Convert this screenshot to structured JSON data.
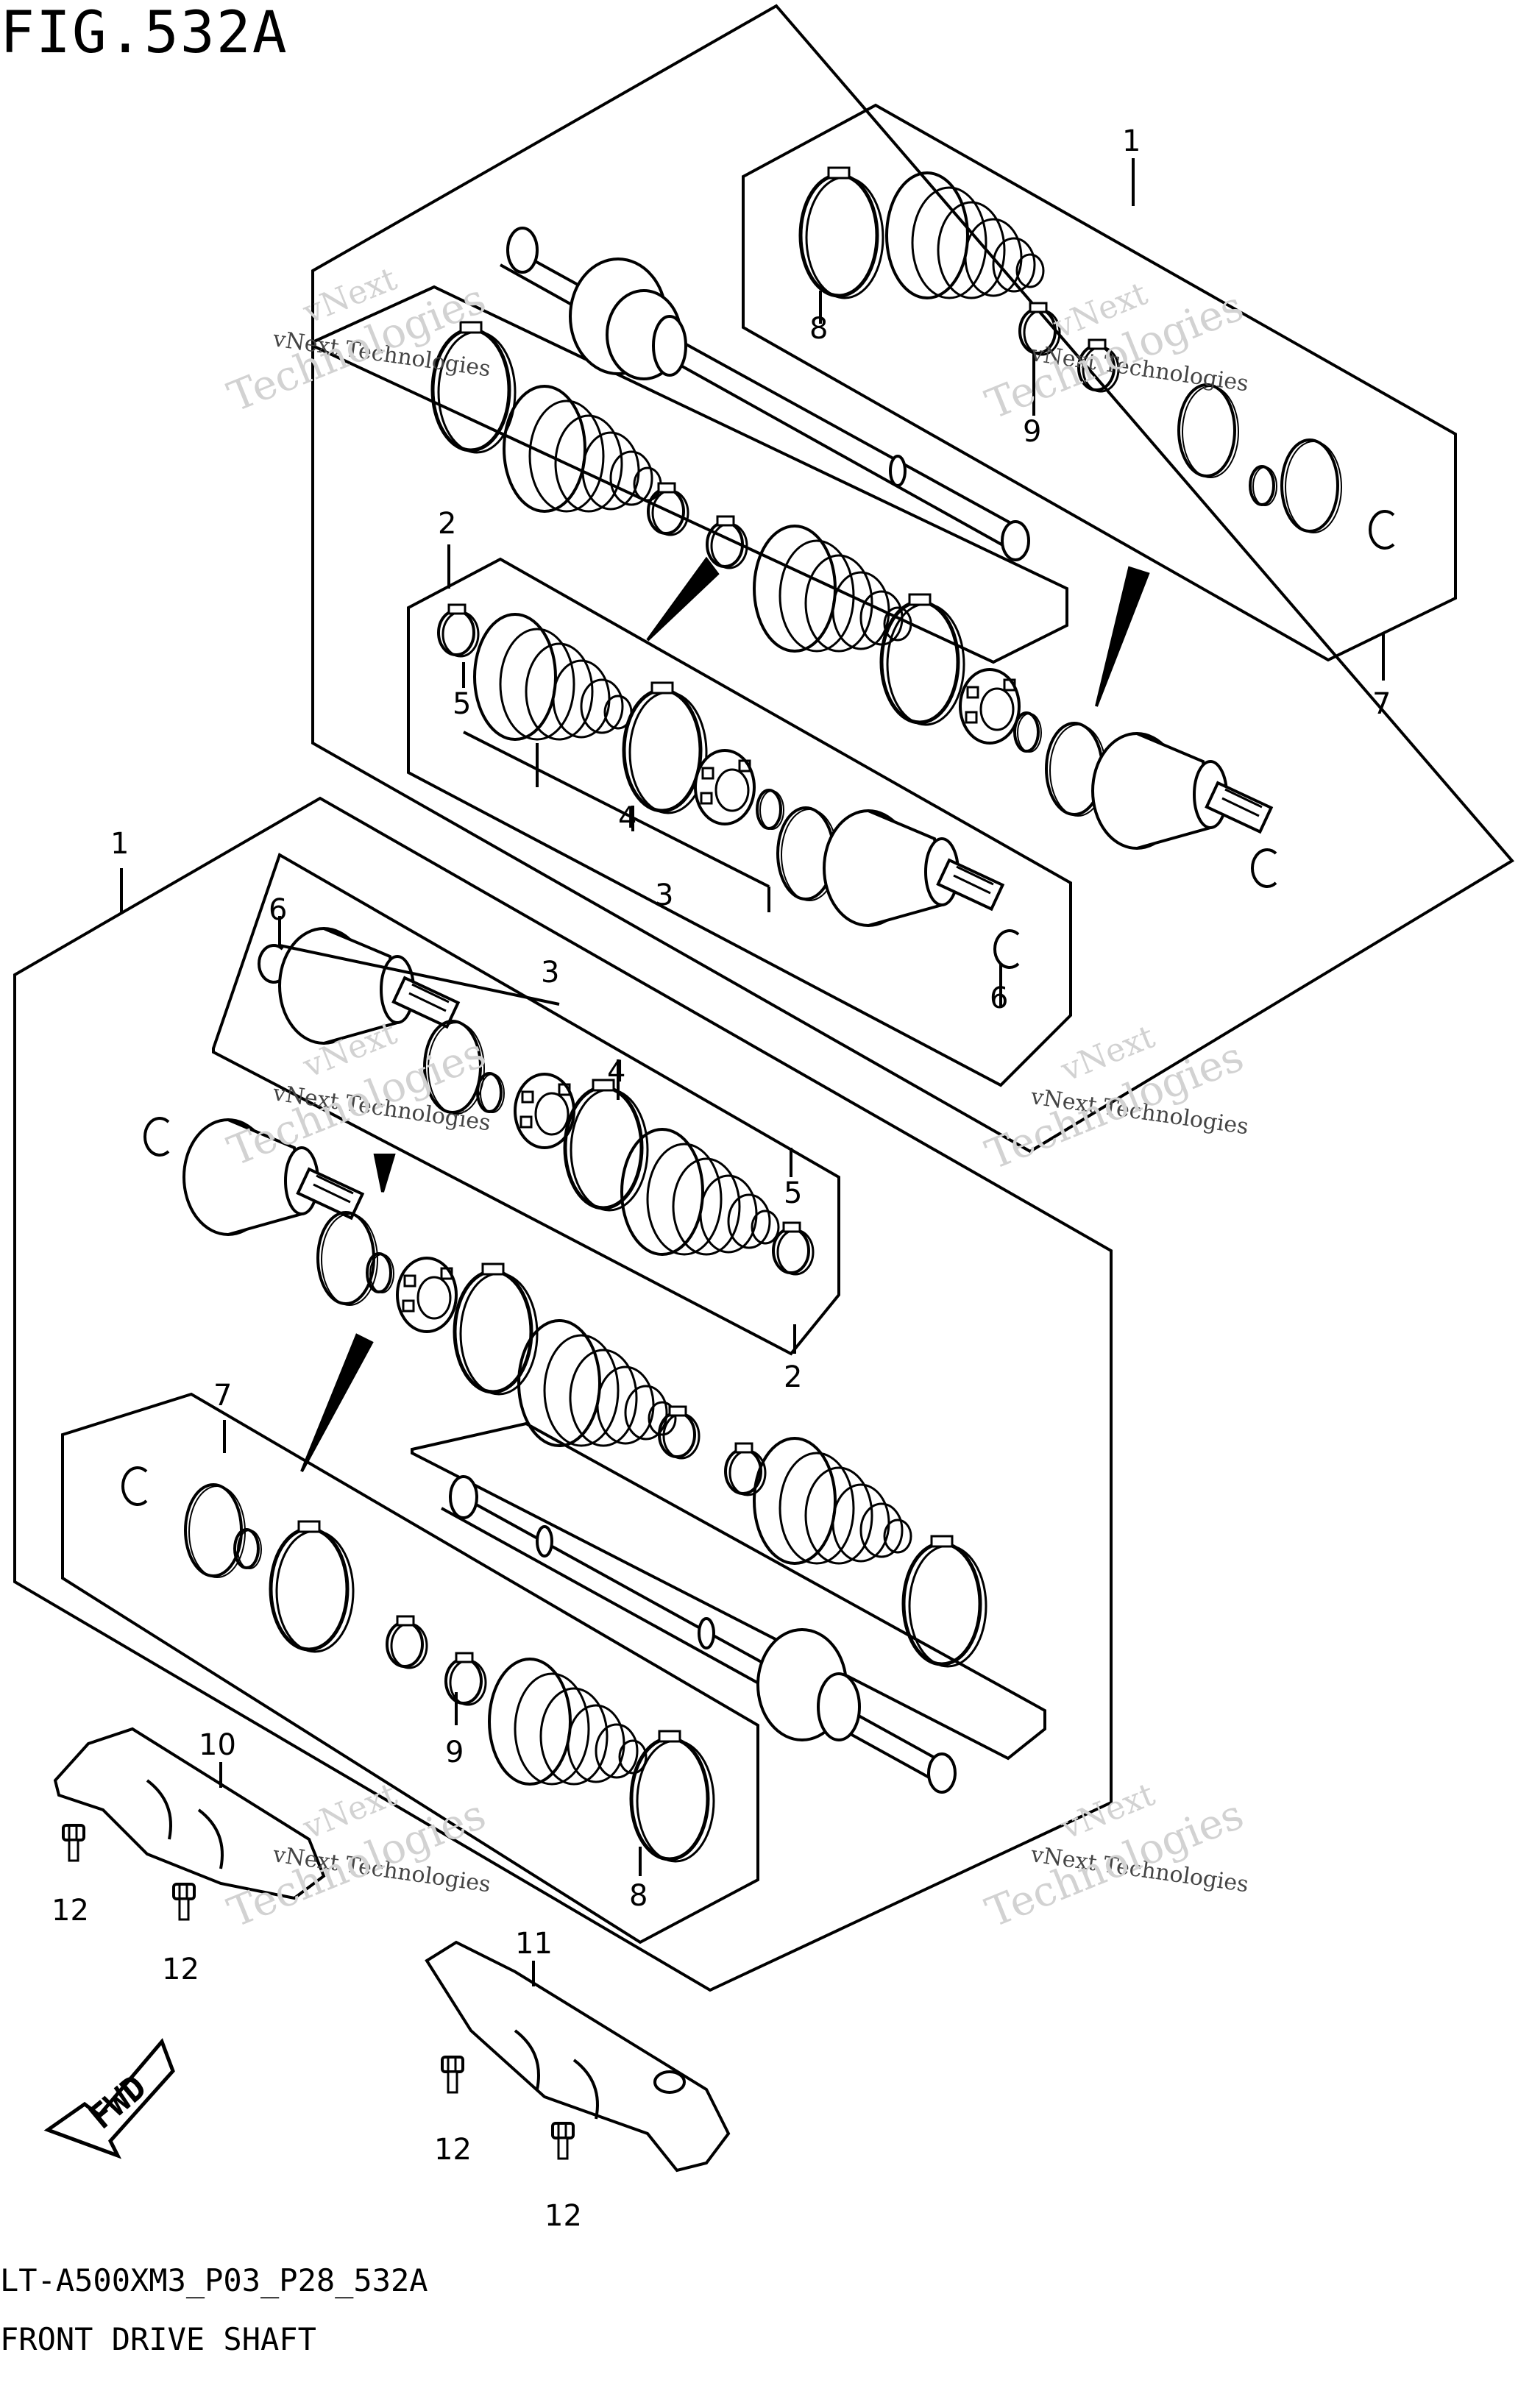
{
  "figure": {
    "title": "FIG.532A"
  },
  "footer": {
    "code": "LT-A500XM3_P03_P28_532A",
    "title": "FRONT DRIVE SHAFT"
  },
  "watermark": {
    "line1": "vNext Technologies",
    "line2": "vNext",
    "line3": "Technologies"
  },
  "fwd_label": "FWD",
  "callouts": {
    "c1_top": "1",
    "c2_top": "2",
    "c3_top": "3",
    "c4_top": "4",
    "c5_top": "5",
    "c6_top": "6",
    "c7_top": "7",
    "c8_top": "8",
    "c9_top": "9",
    "c1_bot": "1",
    "c2_bot": "2",
    "c3_bot": "3",
    "c4_bot": "4",
    "c5_bot": "5",
    "c6_bot": "6",
    "c7_bot": "7",
    "c8_bot": "8",
    "c9_bot": "9",
    "c10": "10",
    "c11": "11",
    "c12a": "12",
    "c12b": "12",
    "c12c": "12",
    "c12d": "12"
  },
  "colors": {
    "line": "#000000",
    "watermark": "#d9d9d9",
    "background": "#ffffff"
  }
}
